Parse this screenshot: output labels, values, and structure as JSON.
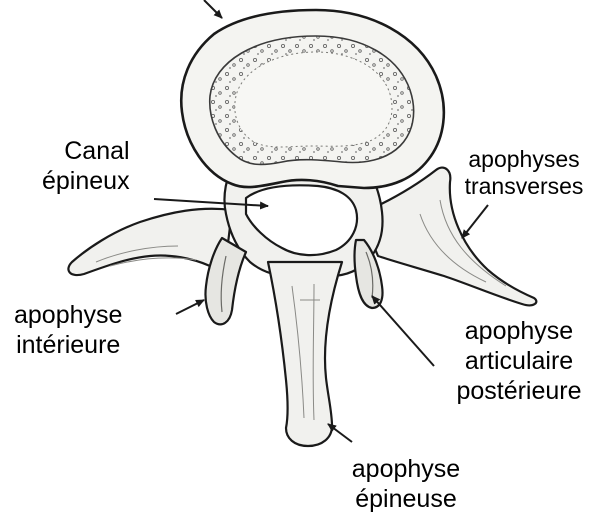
{
  "labels": {
    "canal": [
      "Canal",
      "épineux"
    ],
    "transverses": [
      "apophyses",
      "transverses"
    ],
    "inferieure": [
      "apophyse",
      "intérieure"
    ],
    "articulaire": [
      "apophyse",
      "articulaire",
      "postérieure"
    ],
    "epineuse": [
      "apophyse",
      "épineuse"
    ]
  },
  "colors": {
    "ink": "#1a1a1a",
    "bone_fill": "#f1f1ee",
    "bone_shade": "#d4d4d0",
    "canal_fill": "#ffffff"
  }
}
